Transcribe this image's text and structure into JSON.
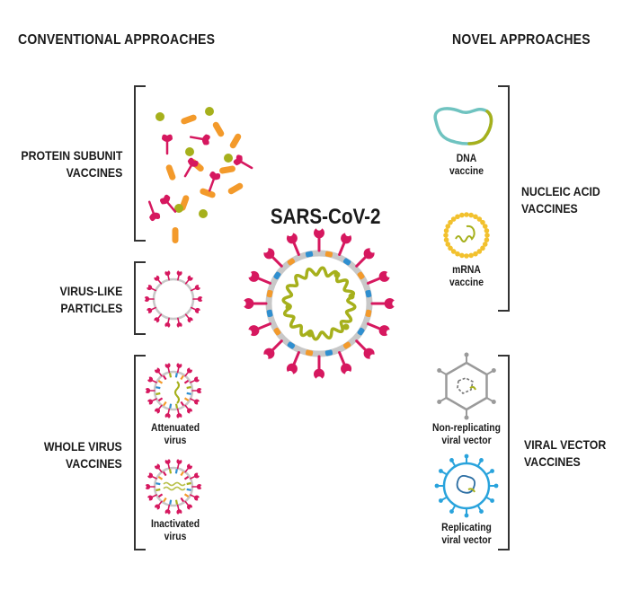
{
  "headers": {
    "conventional": "CONVENTIONAL APPROACHES",
    "novel": "NOVEL APPROACHES"
  },
  "center": {
    "title": "SARS-CoV-2"
  },
  "conventional": {
    "protein_subunit": [
      "PROTEIN SUBUNIT",
      "VACCINES"
    ],
    "vlp": [
      "VIRUS-LIKE",
      "PARTICLES"
    ],
    "whole_virus": [
      "WHOLE VIRUS",
      "VACCINES"
    ],
    "attenuated": [
      "Attenuated",
      "virus"
    ],
    "inactivated": [
      "Inactivated",
      "virus"
    ]
  },
  "novel": {
    "nucleic_acid": [
      "NUCLEIC ACID",
      "VACCINES"
    ],
    "dna": [
      "DNA",
      "vaccine"
    ],
    "mrna": [
      "mRNA",
      "vaccine"
    ],
    "viral_vector": [
      "VIRAL VECTOR",
      "VACCINES"
    ],
    "non_replicating": [
      "Non-replicating",
      "viral vector"
    ],
    "replicating": [
      "Replicating",
      "viral vector"
    ]
  },
  "colors": {
    "spike": "#d6185f",
    "membrane": "#c8c8c8",
    "rna": "#a6b01c",
    "orange": "#f39a2b",
    "blue": "#2f8fd0",
    "teal": "#6fc3c0",
    "mrna_gold": "#f2c12e",
    "bracket": "#333333",
    "vector_blue": "#29a3dc",
    "vector_gray": "#9a9a9a"
  }
}
